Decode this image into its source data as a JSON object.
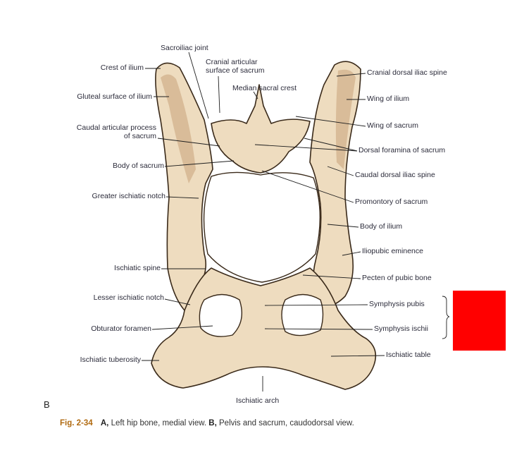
{
  "panel_label": "B",
  "caption": {
    "fig": "Fig. 2-34",
    "a_label": "A,",
    "a_text": "Left hip bone, medial view.",
    "b_label": "B,",
    "b_text": "Pelvis and sacrum, caudodorsal view."
  },
  "labels": {
    "crest_of_ilium": "Crest of ilium",
    "gluteal_surface": "Gluteal surface of ilium",
    "caudal_articular_1": "Caudal articular process",
    "caudal_articular_2": "of sacrum",
    "body_of_sacrum": "Body of sacrum",
    "greater_ischiatic_notch": "Greater ischiatic notch",
    "ischiatic_spine": "Ischiatic spine",
    "lesser_ischiatic_notch": "Lesser ischiatic notch",
    "obturator_foramen": "Obturator foramen",
    "ischiatic_tuberosity": "Ischiatic tuberosity",
    "sacroiliac_joint": "Sacroiliac joint",
    "cranial_articular_1": "Cranial articular",
    "cranial_articular_2": "surface of sacrum",
    "median_sacral_crest": "Median sacral crest",
    "cranial_dorsal_iliac_spine": "Cranial dorsal iliac spine",
    "wing_of_ilium": "Wing of ilium",
    "wing_of_sacrum": "Wing of sacrum",
    "dorsal_foramina": "Dorsal foramina of sacrum",
    "caudal_dorsal_iliac_spine": "Caudal dorsal iliac spine",
    "promontory": "Promontory of sacrum",
    "body_of_ilium": "Body of ilium",
    "iliopubic_eminence": "Iliopubic eminence",
    "pecten": "Pecten of pubic bone",
    "symphysis_pubis": "Symphysis pubis",
    "symphysis_ischii": "Symphysis ischii",
    "ischiatic_table": "Ischiatic table",
    "ischiatic_arch": "Ischiatic arch"
  },
  "colors": {
    "bone": "#eedcbf",
    "bone_shadow": "#c9a27a",
    "outline": "#3a2a1a",
    "label_text": "#2b2b3a",
    "caption_fig": "#b06a10",
    "redaction_box": "#ff0000"
  }
}
